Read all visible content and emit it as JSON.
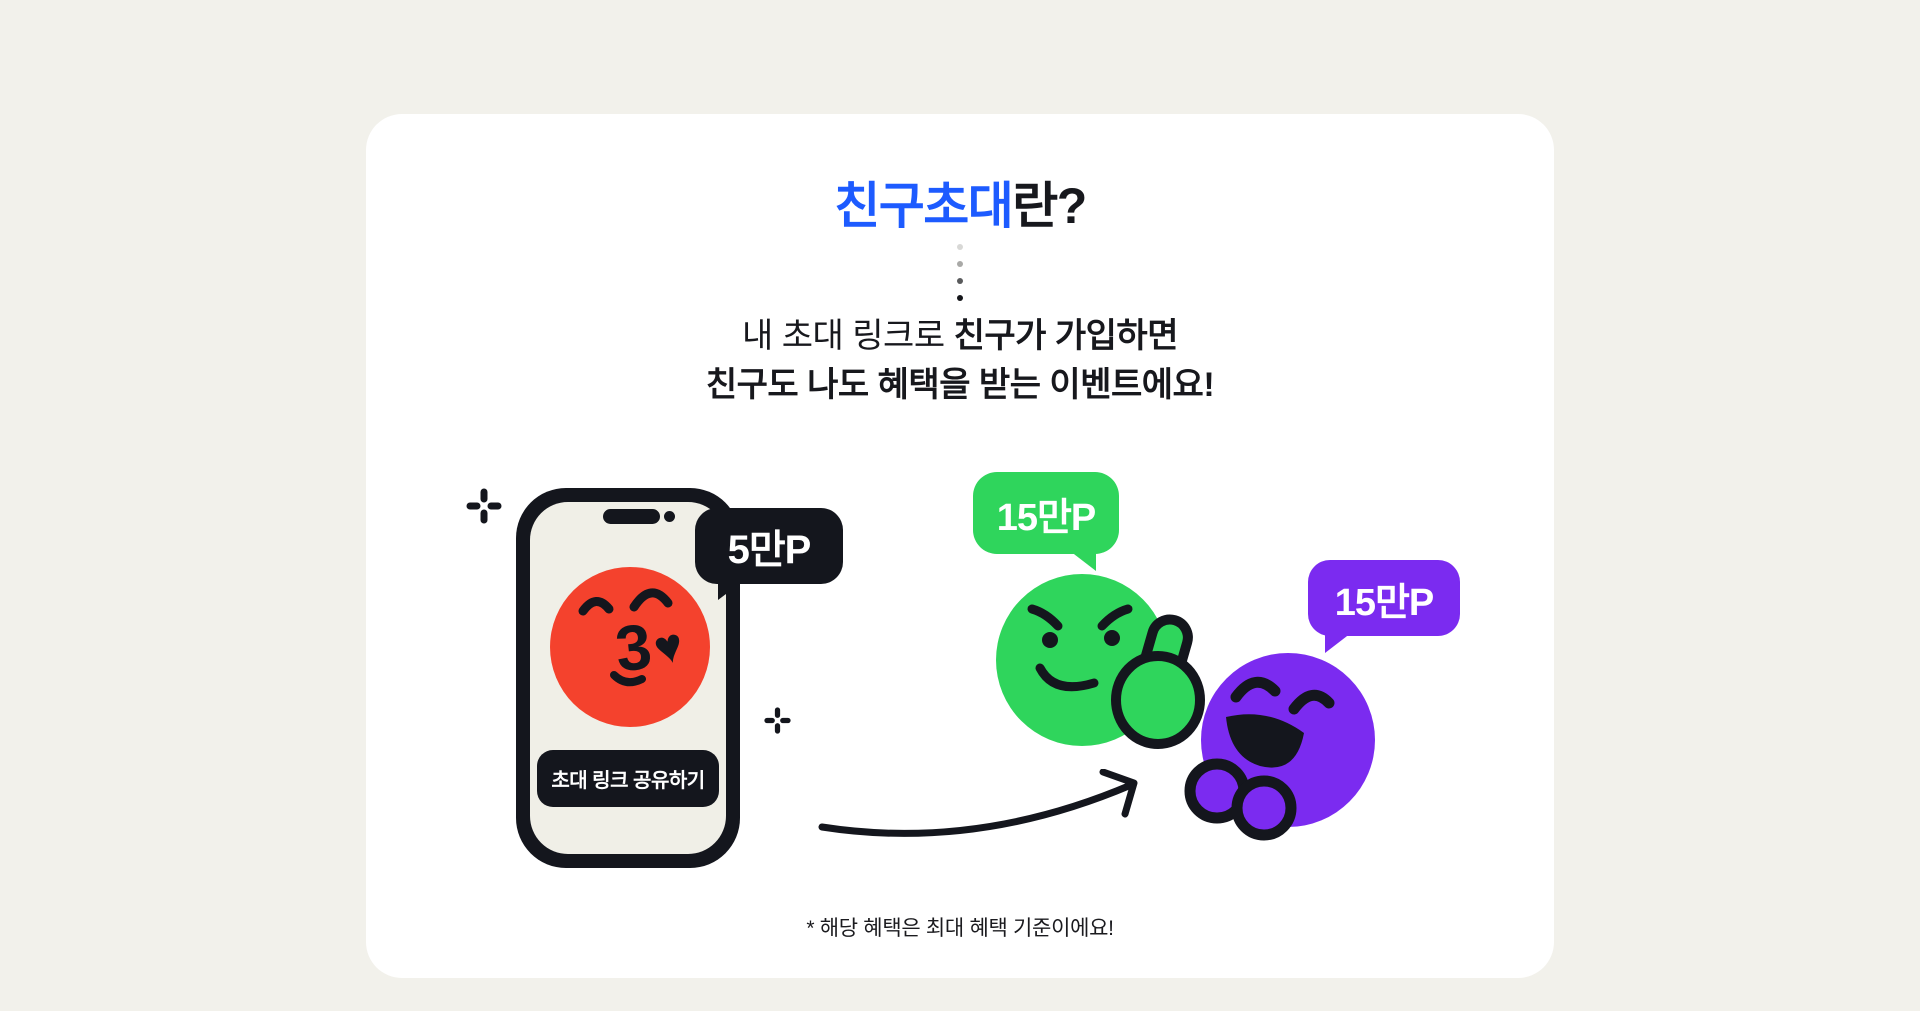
{
  "title": {
    "highlight": "친구초대",
    "rest": "란?",
    "highlight_color": "#1D5BFF"
  },
  "intro": {
    "line1_regular": "내 초대 링크로 ",
    "line1_bold": "친구가 가입하면",
    "line2_bold": "친구도 나도 혜택을 받는 이벤트에요!"
  },
  "phone": {
    "badge_label": "5만P",
    "share_button_label": "초대 링크 공유하기",
    "emoji": "face-blowing-a-kiss"
  },
  "friends": {
    "green_bubble_label": "15만P",
    "purple_bubble_label": "15만P",
    "green_character": "smirking-thumbs-up-face",
    "purple_character": "laughing-clapping-face"
  },
  "footnote": "* 해당 혜택은 최대 혜택 기준이에요!",
  "colors": {
    "page_background": "#F2F1EB",
    "card_background": "#FFFFFF",
    "accent_blue": "#1D5BFF",
    "dark": "#14161D",
    "red": "#F4422D",
    "green": "#2FD55C",
    "purple": "#7B2BF0",
    "screen_cream": "#F0EFE7"
  },
  "icons": {
    "sparkle": "sparkle-icon",
    "arrow": "curved-arrow-icon"
  }
}
